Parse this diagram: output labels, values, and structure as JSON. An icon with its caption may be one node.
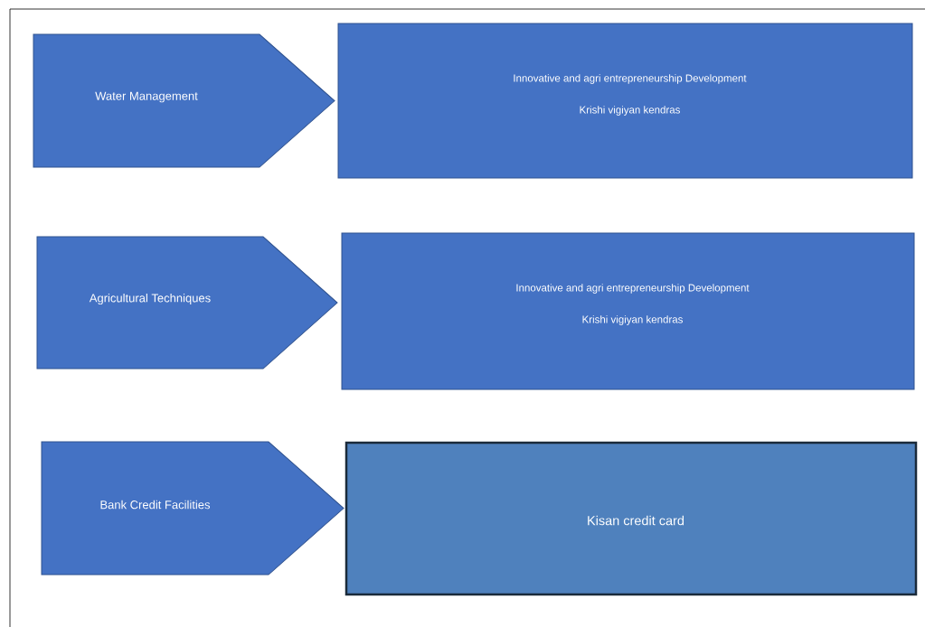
{
  "diagram": {
    "nodes": [
      {
        "text": [
          "Water Management"
        ]
      },
      {
        "text": [
          "Innovative and agri entrepreneurship Development",
          "Krishi vigiyan kendras"
        ]
      },
      {
        "text": [
          "Agricultural Techniques"
        ]
      },
      {
        "text": [
          "Innovative and agri entrepreneurship Development",
          "Krishi vigiyan kendras"
        ]
      },
      {
        "text": [
          "Bank Credit Facilities"
        ]
      },
      {
        "text": [
          "Kisan credit card"
        ]
      }
    ]
  }
}
